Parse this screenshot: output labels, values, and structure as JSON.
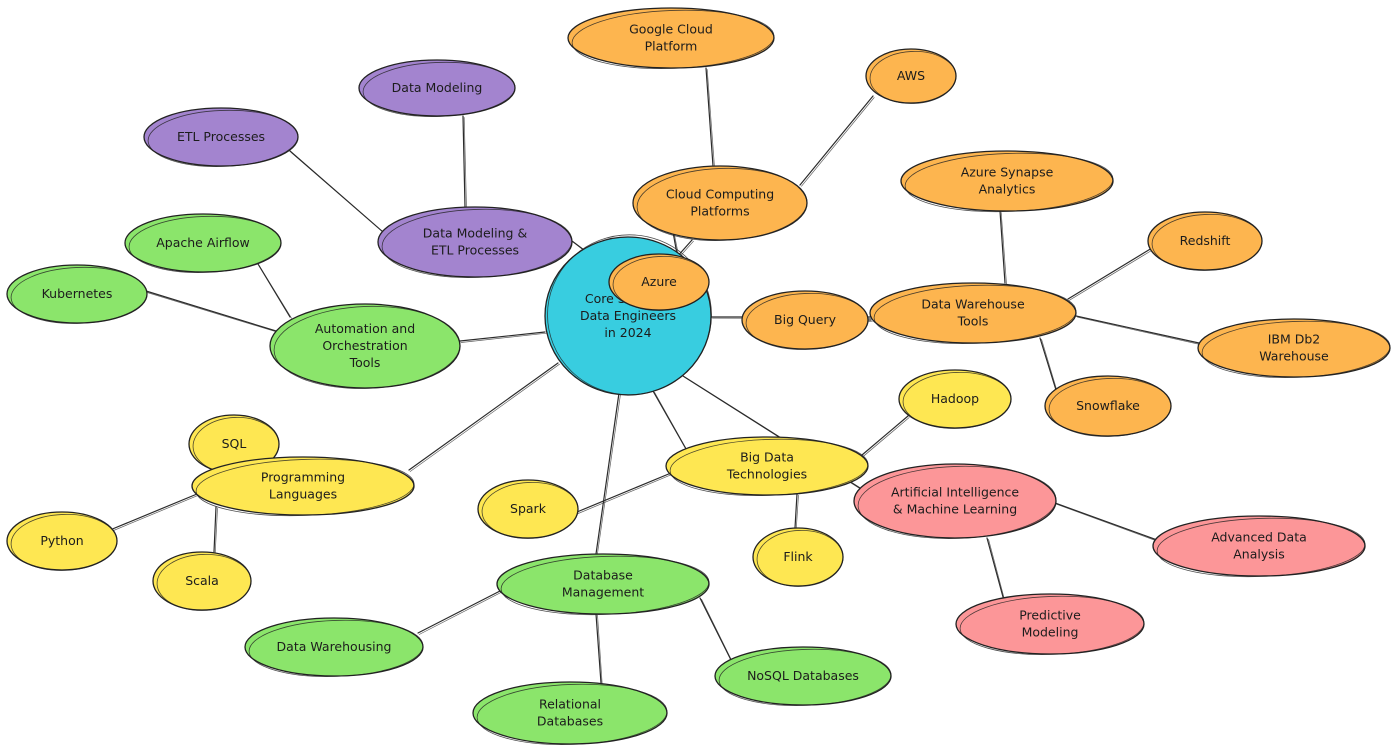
{
  "colors": {
    "root": "#38CDE0",
    "cloud": "#FDB54F",
    "warehouse": "#FDB54F",
    "modeling": "#A384CF",
    "automation": "#8BE56B",
    "programming": "#FEE752",
    "database": "#8BE56B",
    "bigdata": "#FEE752",
    "ai": "#FC9698"
  },
  "root": {
    "label": "Core Skills for Data Engineers in 2024"
  },
  "branches": [
    {
      "id": "cloud",
      "label": "Cloud Computing Platforms",
      "children": [
        {
          "id": "gcp",
          "label": "Google Cloud Platform"
        },
        {
          "id": "aws",
          "label": "AWS"
        },
        {
          "id": "azure",
          "label": "Azure"
        }
      ]
    },
    {
      "id": "warehouse",
      "label": "Data Warehouse Tools",
      "children": [
        {
          "id": "synapse",
          "label": "Azure Synapse Analytics"
        },
        {
          "id": "redshift",
          "label": "Redshift"
        },
        {
          "id": "ibm",
          "label": "IBM Db2 Warehouse"
        },
        {
          "id": "snowflake",
          "label": "Snowflake"
        },
        {
          "id": "bigquery",
          "label": "Big Query"
        }
      ]
    },
    {
      "id": "modeling",
      "label": "Data Modeling & ETL Processes",
      "children": [
        {
          "id": "datamodeling",
          "label": "Data Modeling"
        },
        {
          "id": "etl",
          "label": "ETL Processes"
        }
      ]
    },
    {
      "id": "automation",
      "label": "Automation and Orchestration Tools",
      "children": [
        {
          "id": "airflow",
          "label": "Apache Airflow"
        },
        {
          "id": "kubernetes",
          "label": "Kubernetes"
        }
      ]
    },
    {
      "id": "programming",
      "label": "Programming Languages",
      "children": [
        {
          "id": "sql",
          "label": "SQL"
        },
        {
          "id": "python",
          "label": "Python"
        },
        {
          "id": "scala",
          "label": "Scala"
        }
      ]
    },
    {
      "id": "bigdata",
      "label": "Big Data Technologies",
      "children": [
        {
          "id": "hadoop",
          "label": "Hadoop"
        },
        {
          "id": "spark",
          "label": "Spark"
        },
        {
          "id": "flink",
          "label": "Flink"
        }
      ]
    },
    {
      "id": "database",
      "label": "Database Management",
      "children": [
        {
          "id": "dwhousing",
          "label": "Data Warehousing"
        },
        {
          "id": "relational",
          "label": "Relational Databases"
        },
        {
          "id": "nosql",
          "label": "NoSQL Databases"
        }
      ]
    },
    {
      "id": "ai",
      "label": "Artificial Intelligence & Machine Learning",
      "children": [
        {
          "id": "advanced",
          "label": "Advanced Data Analysis"
        },
        {
          "id": "predictive",
          "label": "Predictive Modeling"
        }
      ]
    }
  ]
}
